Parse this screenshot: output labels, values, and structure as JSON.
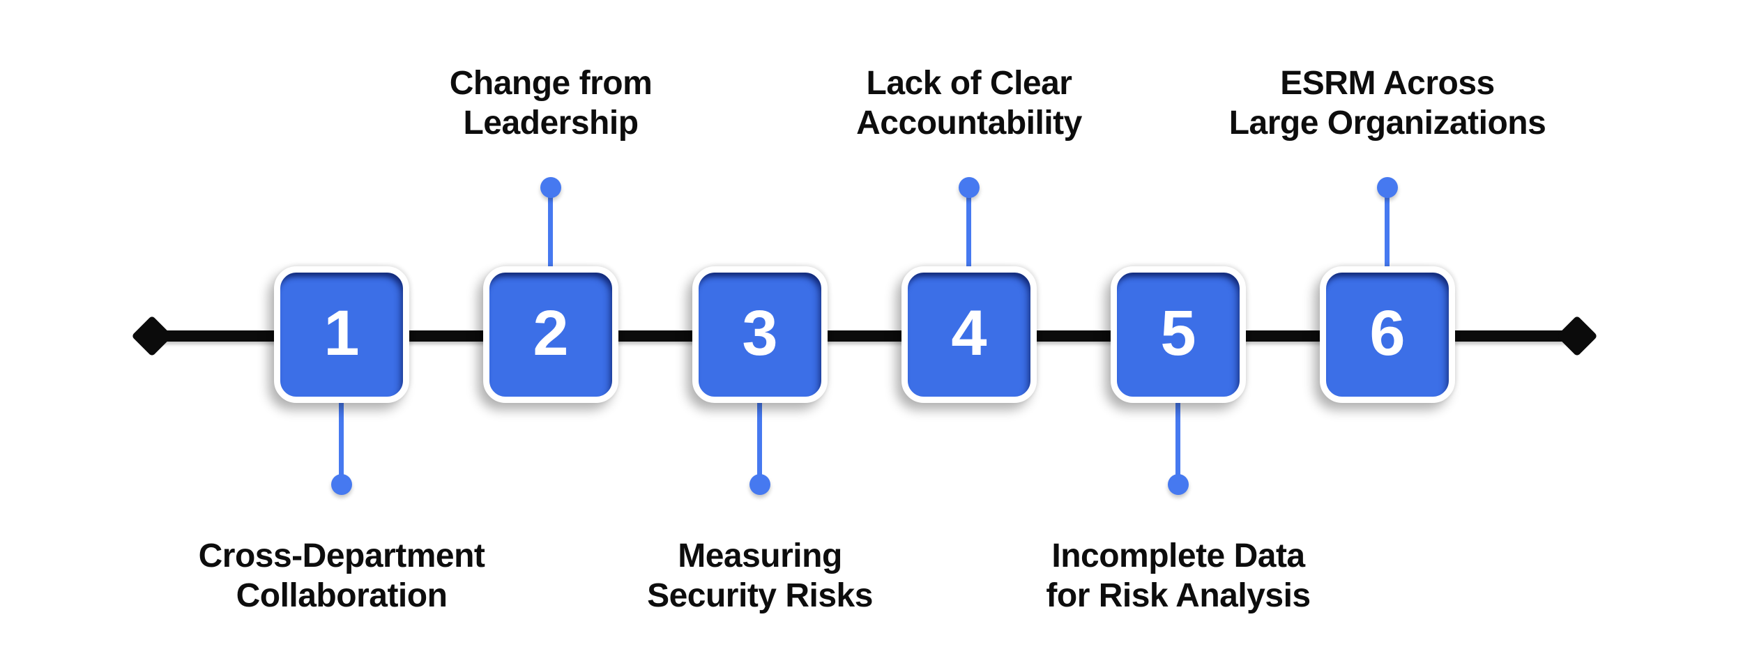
{
  "diagram_type": "horizontal-timeline",
  "colors": {
    "background": "#ffffff",
    "box_blue": "#3c6fe7",
    "connector_blue": "#4679f0",
    "axis_black": "#0b0b0b",
    "label_black": "#0d0d0d",
    "number_white": "#ffffff"
  },
  "steps": [
    {
      "number": "1",
      "label": "Cross-Department Collaboration",
      "label_lines": [
        "Cross-Department",
        "Collaboration"
      ],
      "label_position": "below"
    },
    {
      "number": "2",
      "label": "Change from Leadership",
      "label_lines": [
        "Change from",
        "Leadership"
      ],
      "label_position": "above"
    },
    {
      "number": "3",
      "label": "Measuring Security Risks",
      "label_lines": [
        "Measuring",
        "Security Risks"
      ],
      "label_position": "below"
    },
    {
      "number": "4",
      "label": "Lack of Clear Accountability",
      "label_lines": [
        "Lack of Clear",
        "Accountability"
      ],
      "label_position": "above"
    },
    {
      "number": "5",
      "label": "Incomplete Data for Risk Analysis",
      "label_lines": [
        "Incomplete Data",
        "for Risk Analysis"
      ],
      "label_position": "below"
    },
    {
      "number": "6",
      "label": "ESRM Across Large Organizations",
      "label_lines": [
        "ESRM Across",
        "Large Organizations"
      ],
      "label_position": "above"
    }
  ]
}
